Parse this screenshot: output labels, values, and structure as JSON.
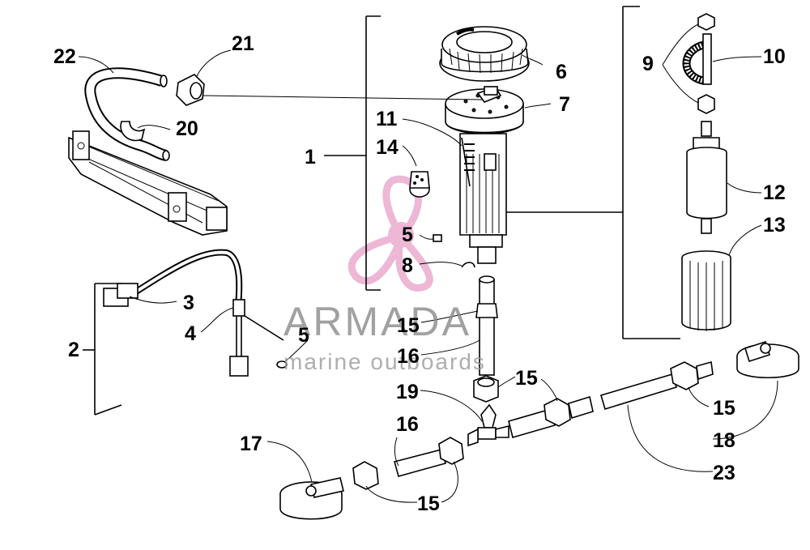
{
  "callouts": {
    "c1": "1",
    "c2": "2",
    "c3": "3",
    "c4": "4",
    "c5a": "5",
    "c5b": "5",
    "c6": "6",
    "c7": "7",
    "c8": "8",
    "c9": "9",
    "c10": "10",
    "c11": "11",
    "c12": "12",
    "c13": "13",
    "c14": "14",
    "c15a": "15",
    "c15b": "15",
    "c15c": "15",
    "c15d": "15",
    "c16a": "16",
    "c16b": "16",
    "c17": "17",
    "c18": "18",
    "c19": "19",
    "c20": "20",
    "c21": "21",
    "c22": "22",
    "c23": "23"
  },
  "watermark": {
    "brand": "ARMADA",
    "tagline": "marine outboards",
    "logo_color": "#e8a0c8",
    "text_color": "#8a8a8a"
  }
}
